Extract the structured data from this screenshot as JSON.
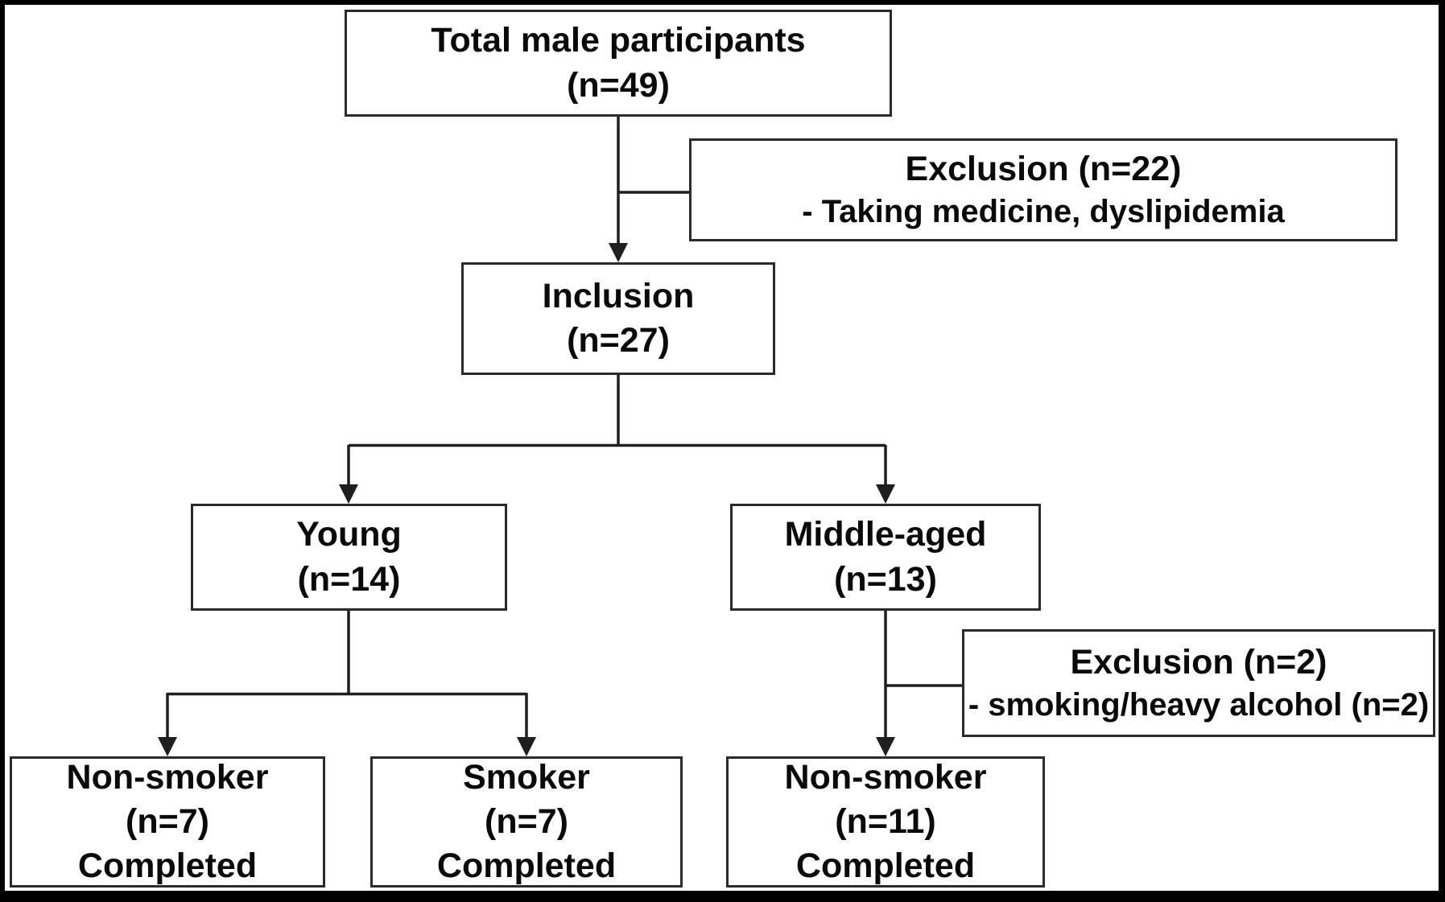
{
  "styles": {
    "line_color": "#1f1f1f",
    "box_border_color": "#2b2b2b",
    "text_color": "#0a0a0a",
    "frame_color": "#000000",
    "canvas_color": "#ffffff"
  },
  "nodes": {
    "total": {
      "lines": [
        "Total male participants",
        "(n=49)"
      ]
    },
    "exclusion_top": {
      "lines": [
        "Exclusion (n=22)",
        "- Taking medicine, dyslipidemia"
      ]
    },
    "inclusion": {
      "lines": [
        "Inclusion",
        "(n=27)"
      ]
    },
    "young": {
      "lines": [
        "Young",
        "(n=14)"
      ]
    },
    "middle_aged": {
      "lines": [
        "Middle-aged",
        "(n=13)"
      ]
    },
    "exclusion_middle": {
      "lines": [
        "Exclusion (n=2)",
        "- smoking/heavy alcohol (n=2)"
      ]
    },
    "young_nonsmoker": {
      "lines": [
        "Non-smoker",
        "(n=7)",
        "Completed"
      ]
    },
    "young_smoker": {
      "lines": [
        "Smoker",
        "(n=7)",
        "Completed"
      ]
    },
    "middle_nonsmoker": {
      "lines": [
        "Non-smoker",
        "(n=11)",
        "Completed"
      ]
    }
  }
}
